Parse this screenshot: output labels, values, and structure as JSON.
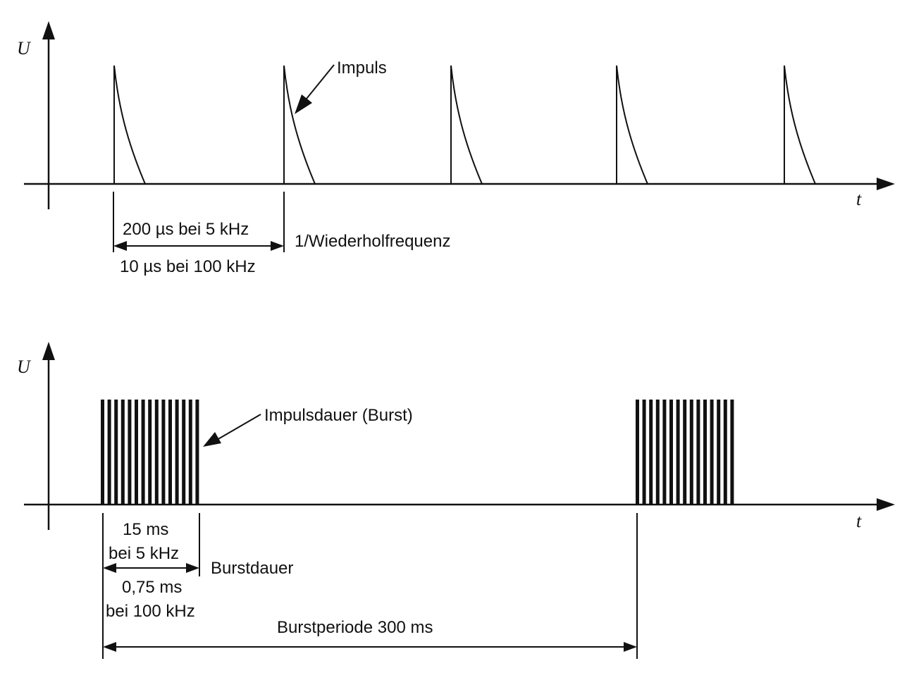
{
  "top": {
    "y_axis_label": "U",
    "x_axis_label": "t",
    "pulse_label": "Impuls",
    "period_5khz": "200 µs bei 5 kHz",
    "period_100khz": "10 µs bei 100 kHz",
    "period_caption": "1/Wiederholfrequenz",
    "pulse_count": 5
  },
  "bottom": {
    "y_axis_label": "U",
    "x_axis_label": "t",
    "burst_label": "Impulsdauer (Burst)",
    "burst_5khz_line1": "15 ms",
    "burst_5khz_line2": "bei 5 kHz",
    "burst_caption": "Burstdauer",
    "burst_100khz_line1": "0,75 ms",
    "burst_100khz_line2": "bei 100 kHz",
    "burst_period": "Burstperiode 300 ms",
    "bursts_shown": 2,
    "pulses_per_burst": 15
  },
  "colors": {
    "ink": "#111111",
    "background": "#ffffff"
  }
}
